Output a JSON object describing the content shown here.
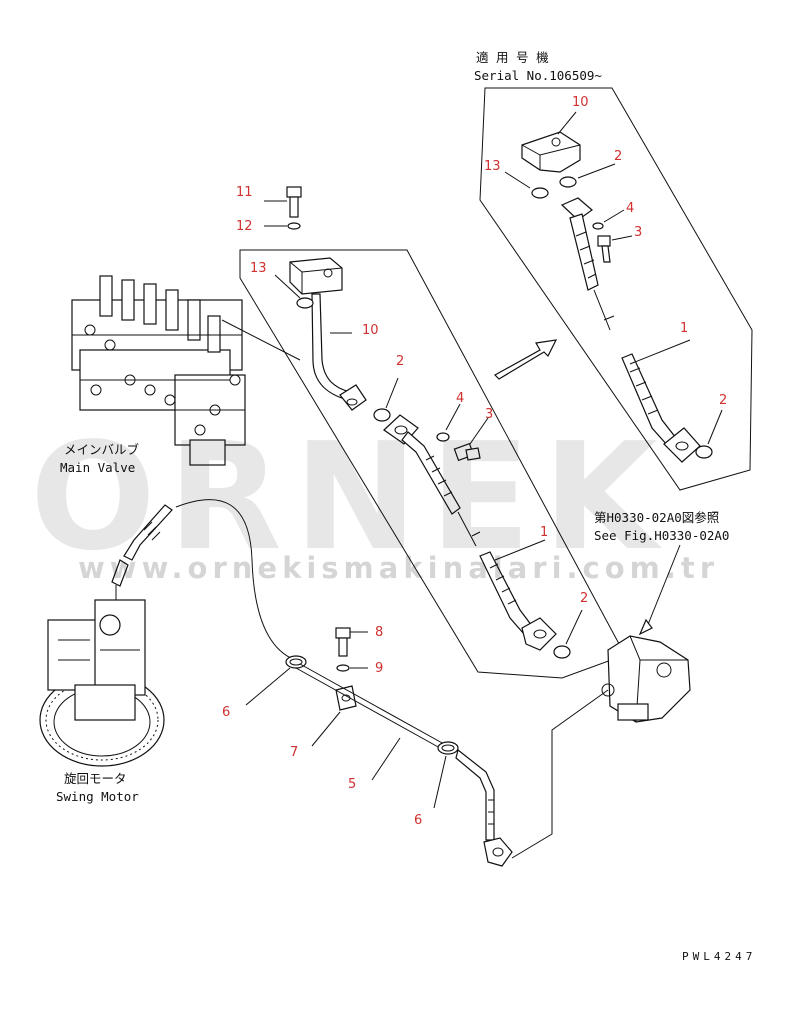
{
  "diagram": {
    "inset_header": {
      "jp": "適 用 号 機",
      "serial": "Serial No.106509~"
    },
    "components": {
      "main_valve": {
        "jp": "メインバルブ",
        "en": "Main Valve"
      },
      "swing_motor": {
        "jp": "旋回モータ",
        "en": "Swing Motor"
      },
      "see_fig": {
        "jp": "第H0330-02A0図参照",
        "en": "See Fig.H0330-02A0"
      }
    },
    "callouts": {
      "c11": "11",
      "c12": "12",
      "c13": "13",
      "c10": "10",
      "c2a": "2",
      "c4": "4",
      "c3": "3",
      "c1": "1",
      "c2b": "2",
      "c8": "8",
      "c9": "9",
      "c6a": "6",
      "c7": "7",
      "c5": "5",
      "c6b": "6",
      "i10": "10",
      "i13": "13",
      "i2a": "2",
      "i4": "4",
      "i3": "3",
      "i1": "1",
      "i2b": "2"
    },
    "drawing_ref": "PWL4247",
    "watermark": {
      "big": "ORNEK",
      "small": "www.ornekismakinalari.com.tr"
    }
  }
}
